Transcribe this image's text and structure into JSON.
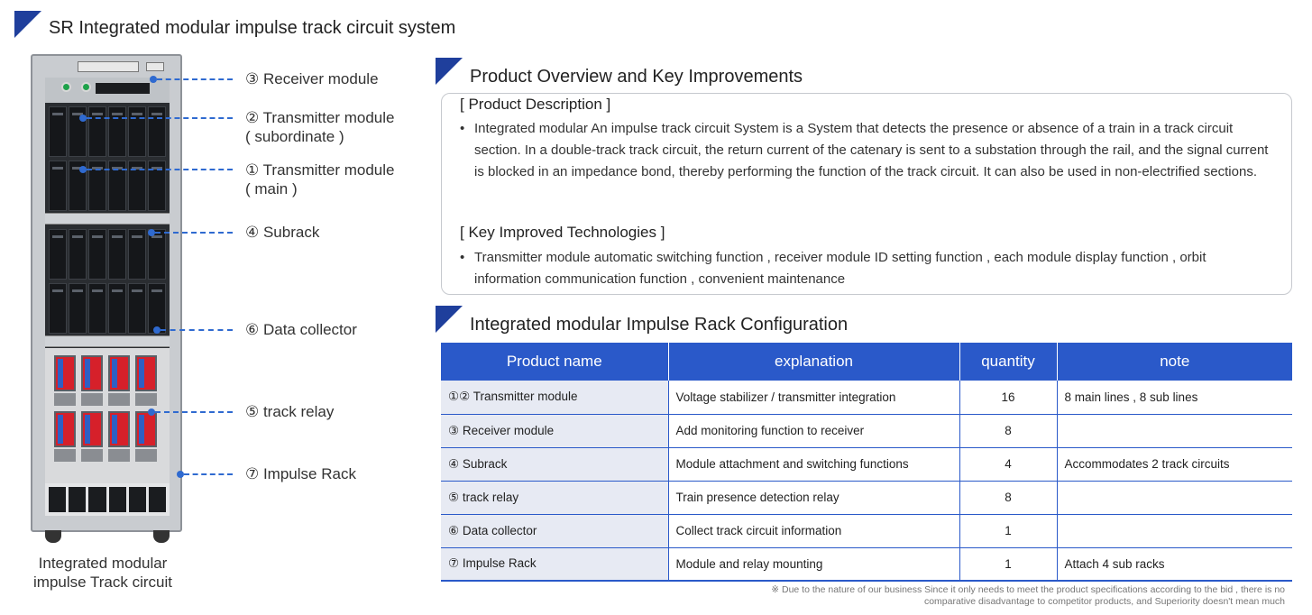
{
  "page_title": "SR Integrated modular impulse track circuit system",
  "rack": {
    "caption_line1": "Integrated modular",
    "caption_line2": "impulse Track circuit",
    "callouts": [
      {
        "line1": "③ Receiver module",
        "line2": ""
      },
      {
        "line1": "② Transmitter module",
        "line2": "( subordinate )"
      },
      {
        "line1": "① Transmitter module",
        "line2": "( main )"
      },
      {
        "line1": "④ Subrack",
        "line2": ""
      },
      {
        "line1": "⑥ Data collector",
        "line2": ""
      },
      {
        "line1": "⑤ track relay",
        "line2": ""
      },
      {
        "line1": "⑦ Impulse Rack",
        "line2": ""
      }
    ]
  },
  "overview": {
    "title": "Product Overview and Key Improvements",
    "description_heading": "[ Product Description ]",
    "description_text": "Integrated modular An impulse track circuit System is a System that detects the presence or absence of a train in a track circuit section. In a double-track track circuit, the return current of the catenary is sent to a substation through the rail, and the signal current is blocked in an impedance bond, thereby performing the function of the track circuit. It can also be used in non-electrified sections.",
    "tech_heading": "[ Key Improved Technologies ]",
    "tech_text": "Transmitter module automatic switching function , receiver module ID setting function , each module display function , orbit information communication function , convenient maintenance",
    "bullet": "•"
  },
  "config": {
    "title": "Integrated modular Impulse Rack Configuration",
    "headers": [
      "Product name",
      "explanation",
      "quantity",
      "note"
    ],
    "rows": [
      {
        "name": "①② Transmitter module",
        "explanation": "Voltage stabilizer / transmitter integration",
        "quantity": "16",
        "note": "8 main lines , 8 sub lines"
      },
      {
        "name": "③ Receiver module",
        "explanation": "Add monitoring function to receiver",
        "quantity": "8",
        "note": ""
      },
      {
        "name": "④ Subrack",
        "explanation": "Module attachment and switching functions",
        "quantity": "4",
        "note": "Accommodates 2 track circuits"
      },
      {
        "name": "⑤ track relay",
        "explanation": "Train presence detection relay",
        "quantity": "8",
        "note": ""
      },
      {
        "name": "⑥ Data collector",
        "explanation": "Collect track circuit information",
        "quantity": "1",
        "note": ""
      },
      {
        "name": "⑦ Impulse Rack",
        "explanation": "Module and relay mounting",
        "quantity": "1",
        "note": "Attach 4 sub racks"
      }
    ]
  },
  "footnote_line1": "※ Due to the nature of our business Since it only needs to meet the product specifications according to the bid , there is no",
  "footnote_line2": "comparative disadvantage to competitor products, and Superiority doesn't mean much",
  "colors": {
    "accent": "#2a59c9",
    "corner": "#1f3f9c",
    "callout": "#2f6ad0"
  }
}
